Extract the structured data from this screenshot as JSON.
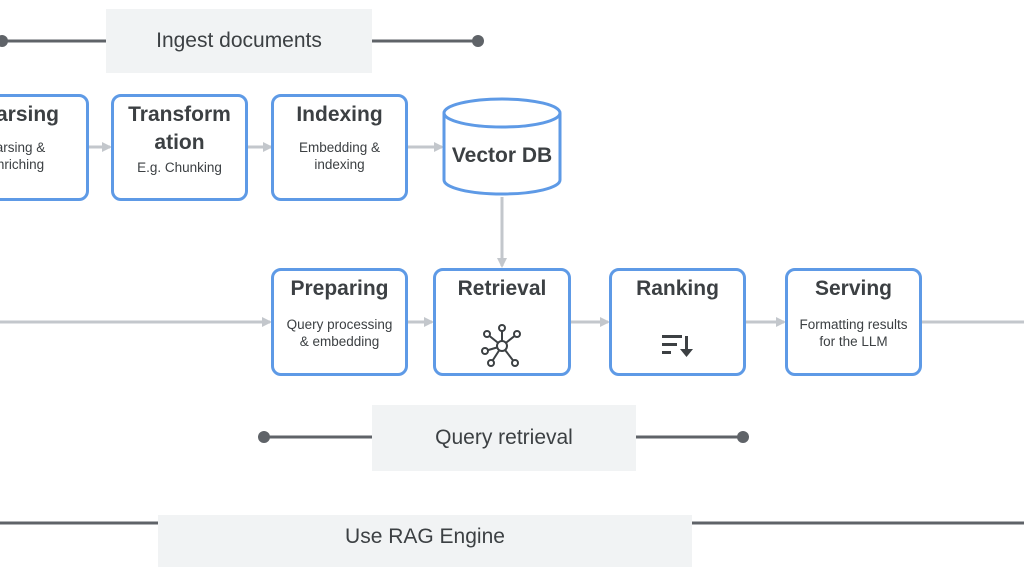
{
  "sections": {
    "ingest": "Ingest documents",
    "query": "Query retrieval",
    "engine": "Use RAG Engine"
  },
  "ingest_steps": [
    {
      "title": "Parsing",
      "title_visible": "arsing",
      "line1": "arsing &",
      "line2": "nriching"
    },
    {
      "title_line1": "Transform",
      "title_line2": "ation",
      "line1": "E.g. Chunking"
    },
    {
      "title": "Indexing",
      "line1": "Embedding &",
      "line2": "indexing"
    }
  ],
  "vector_db": "Vector DB",
  "query_steps": [
    {
      "title": "Preparing",
      "line1": "Query processing",
      "line2": "& embedding"
    },
    {
      "title": "Retrieval",
      "icon": "network-icon"
    },
    {
      "title": "Ranking",
      "icon": "sort-icon"
    },
    {
      "title": "Serving",
      "line1": "Formatting results",
      "line2": "for the LLM"
    }
  ],
  "colors": {
    "box_border": "#5e9ae6",
    "arrow": "#c3c7cc",
    "section_line": "#5f6368",
    "label_bg": "#f1f3f4",
    "text": "#3c4043"
  }
}
